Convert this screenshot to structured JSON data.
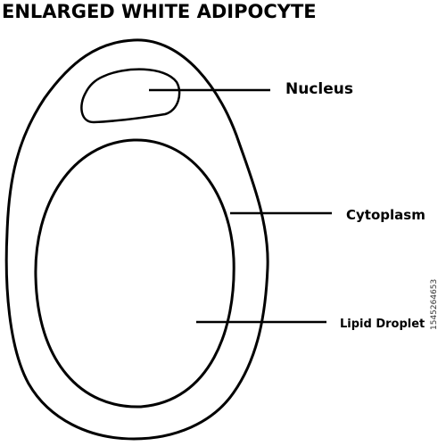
{
  "title": "ENLARGED WHITE ADIPOCYTE",
  "labels": {
    "nucleus": "Nucleus",
    "cytoplasm": "Cytoplasm",
    "lipid_droplet": "Lipid Droplet"
  },
  "image_credit": "1545264653",
  "colors": {
    "outline": "#000000",
    "background": "#ffffff"
  }
}
